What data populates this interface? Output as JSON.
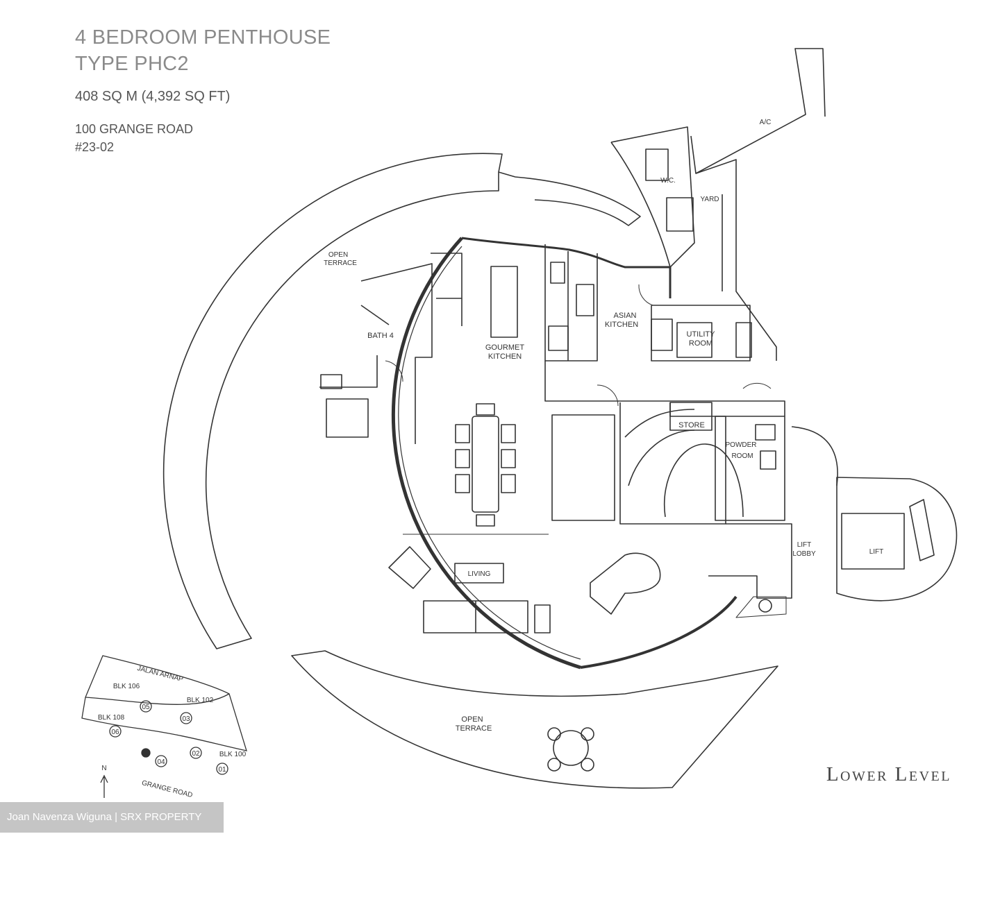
{
  "header": {
    "title_line1": "4 BEDROOM PENTHOUSE",
    "title_line2": "TYPE PHC2",
    "area": "408 SQ M (4,392 SQ FT)",
    "address_line1": "100 GRANGE ROAD",
    "address_line2": "#23-02"
  },
  "rooms": {
    "open_terrace_top_1": "OPEN",
    "open_terrace_top_2": "TERRACE",
    "bath4": "BATH 4",
    "gourmet_1": "GOURMET",
    "gourmet_2": "KITCHEN",
    "asian_1": "ASIAN",
    "asian_2": "KITCHEN",
    "utility_1": "UTILITY",
    "utility_2": "ROOM",
    "wc": "W.C.",
    "yard": "YARD",
    "ac": "A/C",
    "store": "STORE",
    "powder_1": "POWDER",
    "powder_2": "ROOM",
    "lift_lobby_1": "LIFT",
    "lift_lobby_2": "LOBBY",
    "lift": "LIFT",
    "living": "LIVING",
    "open_terrace_bottom_1": "OPEN",
    "open_terrace_bottom_2": "TERRACE"
  },
  "key_plan": {
    "road_top": "JALAN ARNAP",
    "road_bottom": "GRANGE ROAD",
    "north": "N",
    "blk106": "BLK 106",
    "blk102": "BLK 102",
    "blk108": "BLK 108",
    "blk100": "BLK 100",
    "u05": "05",
    "u03": "03",
    "u06": "06",
    "u02": "02",
    "u01": "01",
    "u04": "04"
  },
  "level_label": "Lower Level",
  "credit": "Joan Navenza Wiguna | SRX PROPERTY"
}
